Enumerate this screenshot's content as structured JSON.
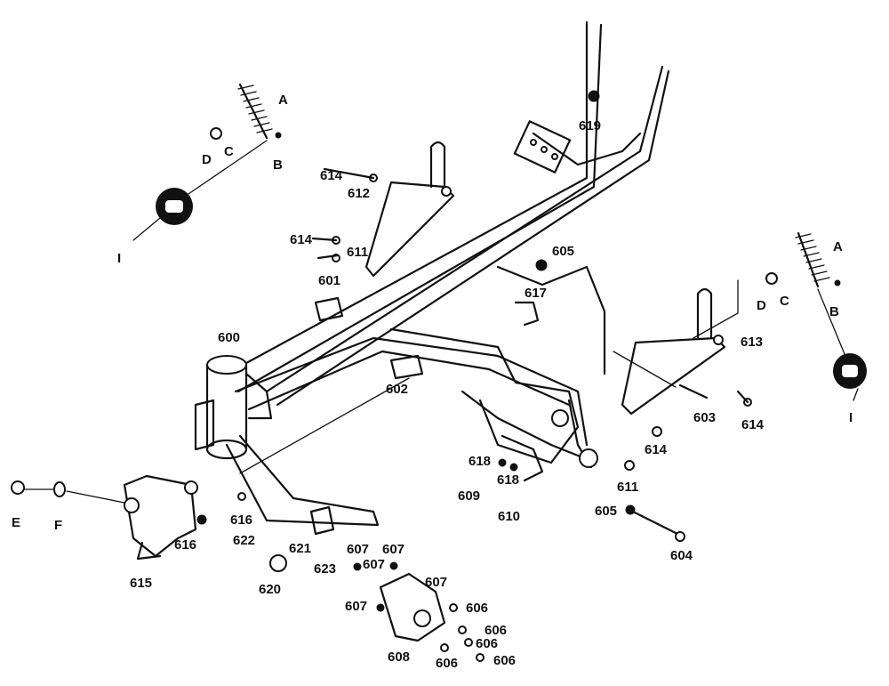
{
  "callouts": {
    "p600": "600",
    "p601": "601",
    "p602": "602",
    "p603": "603",
    "p604": "604",
    "p605a": "605",
    "p605b": "605",
    "p606a": "606",
    "p606b": "606",
    "p606c": "606",
    "p606d": "606",
    "p606e": "606",
    "p607a": "607",
    "p607b": "607",
    "p607c": "607",
    "p607d": "607",
    "p607e": "607",
    "p608": "608",
    "p609": "609",
    "p610": "610",
    "p611a": "611",
    "p611b": "611",
    "p612": "612",
    "p613": "613",
    "p614a": "614",
    "p614b": "614",
    "p614c": "614",
    "p614d": "614",
    "p615": "615",
    "p616a": "616",
    "p616b": "616",
    "p617": "617",
    "p618a": "618",
    "p618b": "618",
    "p619": "619",
    "p620": "620",
    "p621": "621",
    "p622": "622",
    "p623": "623",
    "aL": "A",
    "bL": "B",
    "cL": "C",
    "dL": "D",
    "iL": "I",
    "aR": "A",
    "bR": "B",
    "cR": "C",
    "dR": "D",
    "iR": "I",
    "e": "E",
    "f": "F"
  }
}
